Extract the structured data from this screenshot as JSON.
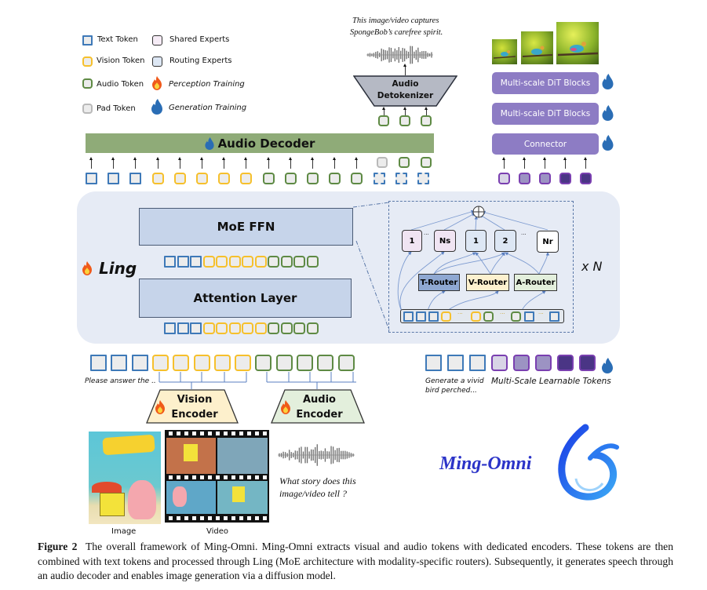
{
  "legend": {
    "items": [
      {
        "label": "Text Token",
        "kind": "text"
      },
      {
        "label": "Vision Token",
        "kind": "vision"
      },
      {
        "label": "Audio Token",
        "kind": "audio"
      },
      {
        "label": "Pad Token",
        "kind": "pad"
      },
      {
        "label": "Shared Experts",
        "kind": "shared"
      },
      {
        "label": "Routing Experts",
        "kind": "routing"
      },
      {
        "label": "Perception Training",
        "kind": "perception-flame"
      },
      {
        "label": "Generation Training",
        "kind": "generation-flame"
      }
    ]
  },
  "audio_output": {
    "caption_line1": "This image/video captures",
    "caption_line2": "SpongeBob’s carefree spirit.",
    "detokenizer_line1": "Audio",
    "detokenizer_line2": "Detokenizer",
    "decoder_label": "Audio Decoder"
  },
  "image_generation": {
    "blocks": [
      "Multi-scale DiT Blocks",
      "Multi-scale DiT Blocks",
      "Connector"
    ]
  },
  "ling": {
    "name": "Ling",
    "moe_label": "MoE FFN",
    "attention_label": "Attention Layer",
    "repeat_label": "x N",
    "experts": {
      "shared": [
        "1",
        "Ns"
      ],
      "routing": [
        "1",
        "2",
        "Nr"
      ],
      "ellipsis": "···"
    },
    "routers": [
      "T-Router",
      "V-Router",
      "A-Router"
    ]
  },
  "inputs": {
    "text_prompt": "Please answer the ..",
    "vision_encoder_line1": "Vision",
    "vision_encoder_line2": "Encoder",
    "audio_encoder_line1": "Audio",
    "audio_encoder_line2": "Encoder",
    "gen_prompt_line1": "Generate  a vivid",
    "gen_prompt_line2": "bird perched...",
    "learnable_label": "Multi-Scale Learnable Tokens",
    "image_label": "Image",
    "video_label": "Video",
    "question_line1": "What story does this",
    "question_line2": "image/video  tell ?"
  },
  "logo": {
    "text": "Ming-Omni"
  },
  "caption": {
    "figure_label": "Figure 2",
    "text": "The overall framework of Ming-Omni. Ming-Omni extracts visual and audio tokens with dedicated encoders. These tokens are then combined with text tokens and processed through Ling (MoE architecture with modality-specific routers). Subsequently, it generates speech through an audio decoder and enables image generation via a diffusion model."
  },
  "colors": {
    "text_token": "#3e79b8",
    "vision_token": "#f6c02c",
    "audio_token": "#5e8a44",
    "pad_token": "#b9b9b9",
    "audio_decoder": "#8fab78",
    "dit_block": "#8d7cc4",
    "ling_bg": "#e6ebf5",
    "layer_box": "#c6d4ea",
    "logo_blue": "#2b33c8"
  }
}
